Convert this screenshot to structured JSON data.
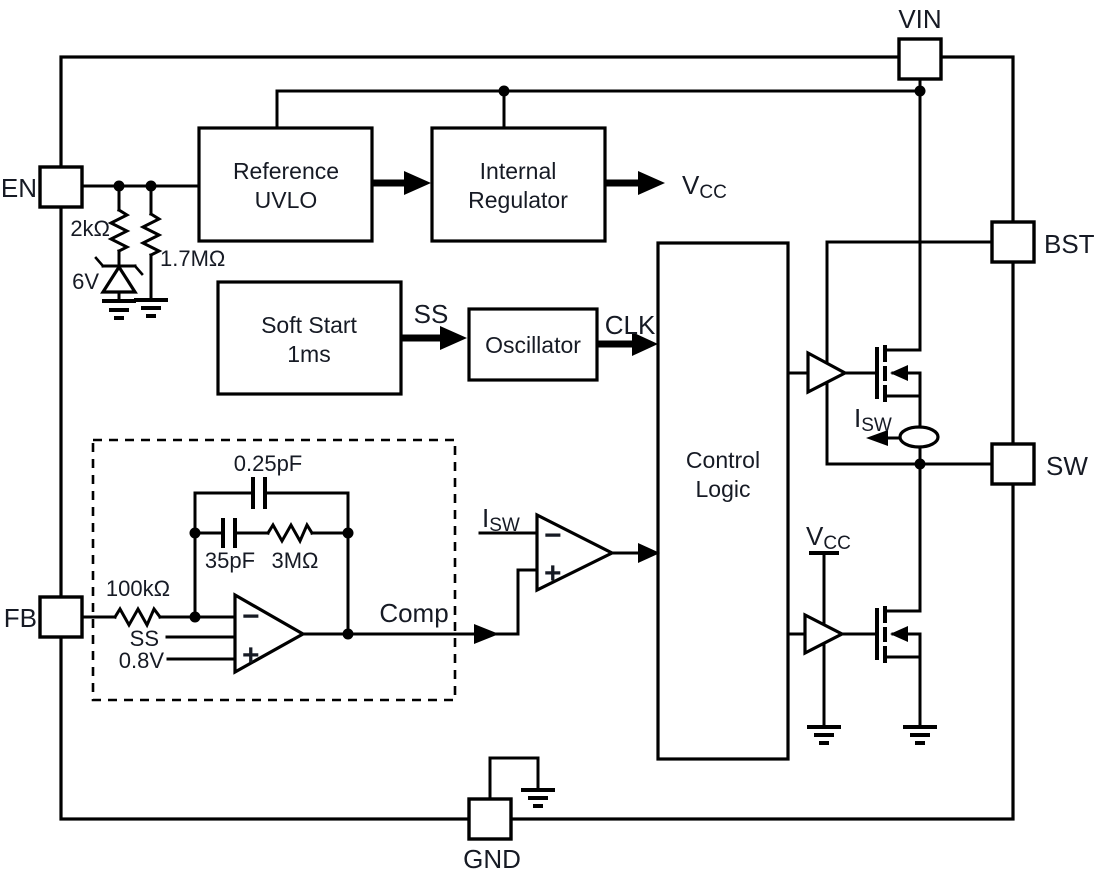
{
  "diagram_title": "switching-regulator-functional-block-diagram",
  "pins": {
    "vin": "VIN",
    "en": "EN",
    "bst": "BST",
    "sw": "SW",
    "fb": "FB",
    "gnd": "GND"
  },
  "blocks": {
    "reference_uvlo": {
      "line1": "Reference",
      "line2": "UVLO"
    },
    "internal_regulator": {
      "line1": "Internal",
      "line2": "Regulator"
    },
    "soft_start": {
      "line1": "Soft Start",
      "line2": "1ms"
    },
    "oscillator": {
      "label": "Oscillator"
    },
    "control_logic": {
      "line1": "Control",
      "line2": "Logic"
    }
  },
  "signals": {
    "ss": "SS",
    "clk": "CLK",
    "comp": "Comp"
  },
  "en_network": {
    "r_lower": "2kΩ",
    "zener_voltage": "6V",
    "r_upper": "1.7MΩ"
  },
  "compensation": {
    "r_input": "100kΩ",
    "c_feedforward": "0.25pF",
    "c_zero": "35pF",
    "r_zero": "3MΩ",
    "ss_input": "SS",
    "vref": "0.8V"
  },
  "subscripted": {
    "vcc": {
      "main": "V",
      "sub": "CC"
    },
    "isw": {
      "main": "I",
      "sub": "SW"
    }
  },
  "opamp_signs": {
    "minus": "−",
    "plus": "+"
  },
  "colors": {
    "line": "#000000",
    "text": "#161a24",
    "background": "#ffffff"
  }
}
